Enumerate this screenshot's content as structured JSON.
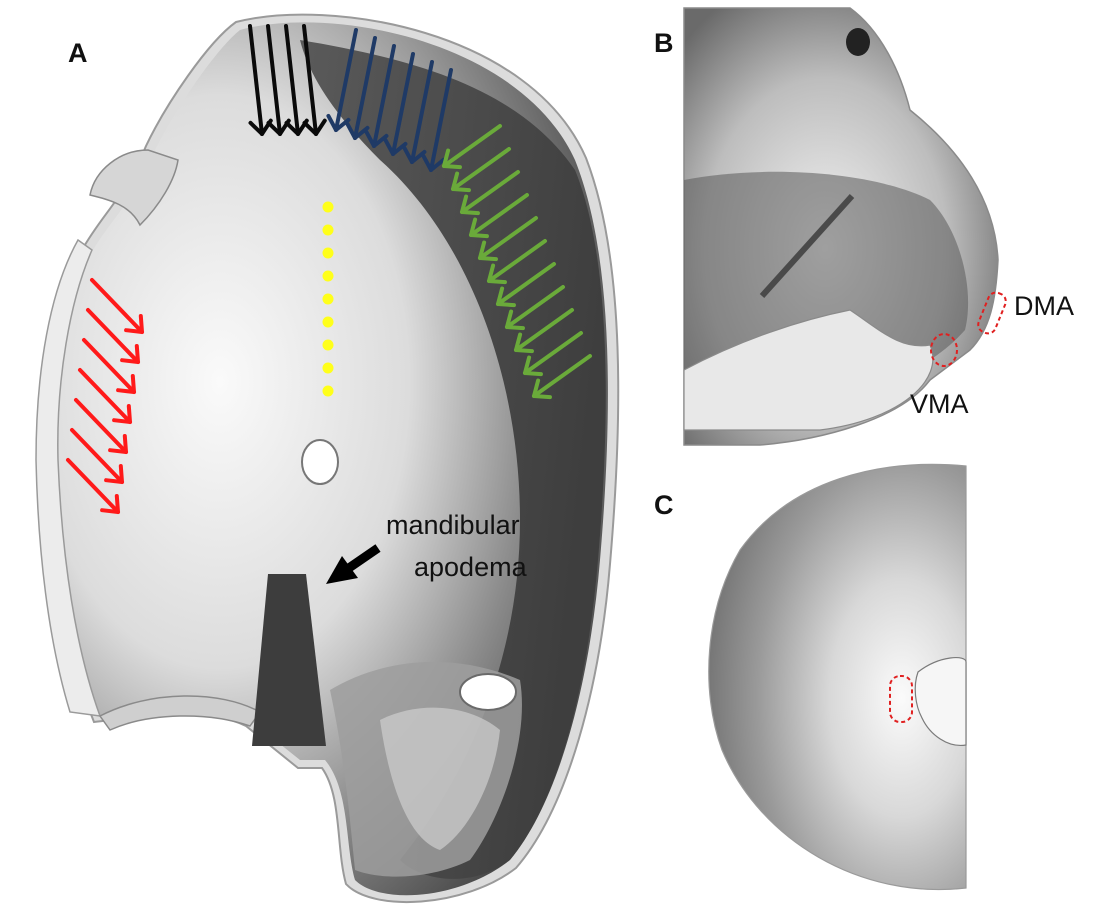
{
  "panels": {
    "a": {
      "label": "A"
    },
    "b": {
      "label": "B"
    },
    "c": {
      "label": "C"
    }
  },
  "annotations": {
    "mandibular_line1": "mandibular",
    "mandibular_line2": "apodema",
    "dma": "DMA",
    "vma": "VMA"
  },
  "colors": {
    "background": "#ffffff",
    "outer_shell": "#e6e6e6",
    "inner_surface_light": "#f2f2f2",
    "inner_surface_dark": "#474747",
    "apodeme": "#3d3d3d",
    "arrow_red": "#ff1a1a",
    "arrow_black": "#0a0a0a",
    "arrow_navy": "#1f3a66",
    "arrow_green": "#6aaa3a",
    "marker_yellow": "#ffff1a",
    "outline_red_dashed": "#e02020"
  },
  "arrow_groups": [
    {
      "name": "red-arrows",
      "color": "#ff1a1a",
      "count": 7
    },
    {
      "name": "black-arrows",
      "color": "#0a0a0a",
      "count": 4
    },
    {
      "name": "navy-arrows",
      "color": "#1f3a66",
      "count": 6
    },
    {
      "name": "green-arrows",
      "color": "#6aaa3a",
      "count": 11
    }
  ],
  "yellow_dots_count": 9
}
